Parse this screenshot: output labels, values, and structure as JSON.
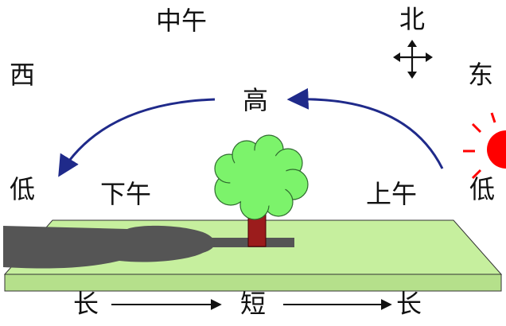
{
  "directions": {
    "north": "北",
    "west": "西",
    "east": "东"
  },
  "times": {
    "noon": "中午",
    "morning": "上午",
    "afternoon": "下午"
  },
  "sun_height": {
    "high": "高",
    "low_west": "低",
    "low_east": "低"
  },
  "shadow_length": {
    "left": "长",
    "middle": "短",
    "right": "长"
  },
  "colors": {
    "arc": "#1f2a8a",
    "ground": "#c6ef9e",
    "tree_foliage": "#7cf36b",
    "trunk": "#9b1c1c",
    "shadow": "#555555",
    "sun": "#ff0000"
  },
  "icons": {
    "compass": "four-way-arrow-icon",
    "sun": "sun-icon"
  }
}
